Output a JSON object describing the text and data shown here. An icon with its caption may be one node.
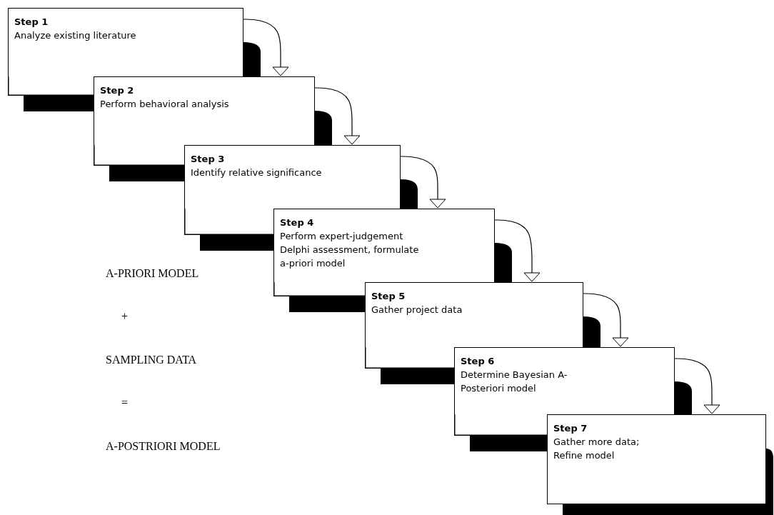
{
  "diagram": {
    "nodes": [
      {
        "text": [
          "Step 1",
          "Analyze existing literature"
        ]
      },
      {
        "text": [
          "Step 2",
          "Perform behavioral analysis"
        ]
      },
      {
        "text": [
          "Step 3",
          "Identify relative significance"
        ]
      },
      {
        "text": [
          "Step 4",
          "Perform expert-judgement Delphi assessment, formulate a-priori model"
        ]
      },
      {
        "text": [
          "Step 5",
          "Gather project data"
        ]
      },
      {
        "text": [
          "Step 6",
          "Determine Bayesian A-Posteriori model"
        ]
      },
      {
        "text": [
          "Step 7",
          "Gather more data; Refine model"
        ]
      }
    ],
    "edges": [
      {
        "from": 0,
        "to": 1,
        "arrow": "to"
      },
      {
        "from": 1,
        "to": 2,
        "arrow": "to"
      },
      {
        "from": 2,
        "to": 3,
        "arrow": "to"
      },
      {
        "from": 3,
        "to": 4,
        "arrow": "to"
      },
      {
        "from": 4,
        "to": 5,
        "arrow": "to"
      },
      {
        "from": 5,
        "to": 6,
        "arrow": "to"
      }
    ],
    "labels": [
      "A-PRIORI MODEL",
      "+",
      "SAMPLING DATA",
      "=",
      "A-POSTRIORI MODEL"
    ]
  }
}
